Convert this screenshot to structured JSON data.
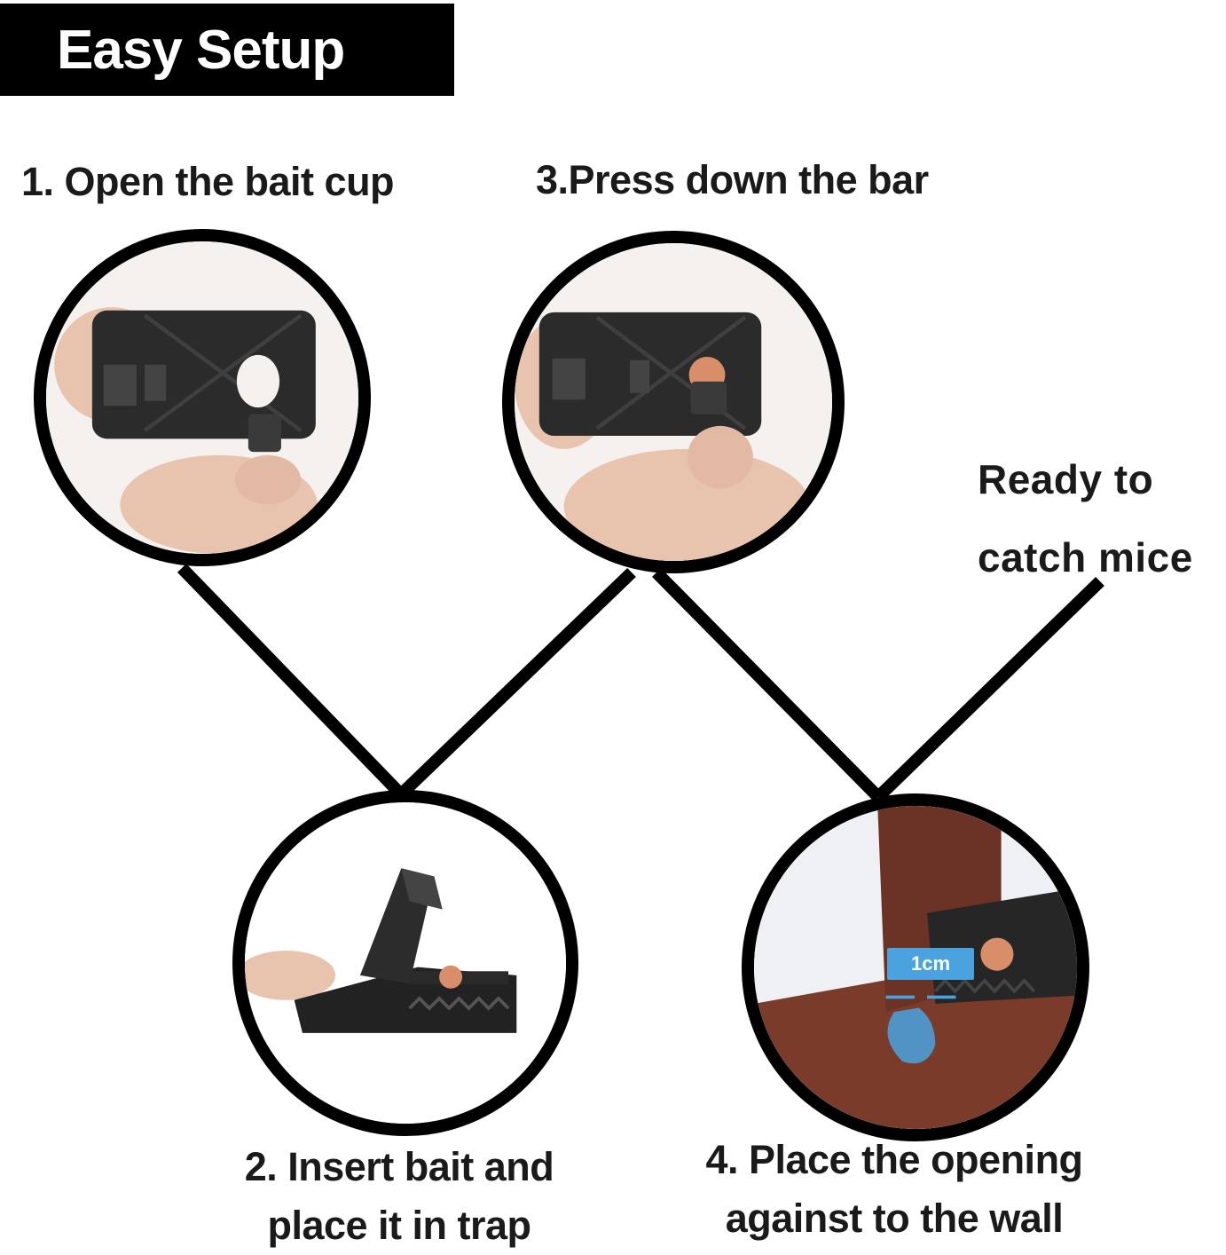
{
  "header": {
    "title": "Easy Setup"
  },
  "steps": {
    "step1": {
      "label": "1. Open the bait cup"
    },
    "step2": {
      "line1": "2. Insert bait and",
      "line2": "place it  in trap"
    },
    "step3": {
      "label": "3.Press down the bar"
    },
    "step4": {
      "line1": "4. Place the opening",
      "line2": "against to the wall",
      "badge": "1cm"
    }
  },
  "ready": {
    "line1": "Ready to",
    "line2": "catch  mice"
  },
  "colors": {
    "outline": "#000000",
    "badge": "#4aa3df",
    "floor": "#7a3b2a",
    "skin": "#e8c4ae",
    "trap": "#2a2a2a"
  },
  "icons": [
    "trap-back-photo",
    "trap-bait-cup-photo",
    "trap-open-photo",
    "trap-against-wall-photo"
  ]
}
